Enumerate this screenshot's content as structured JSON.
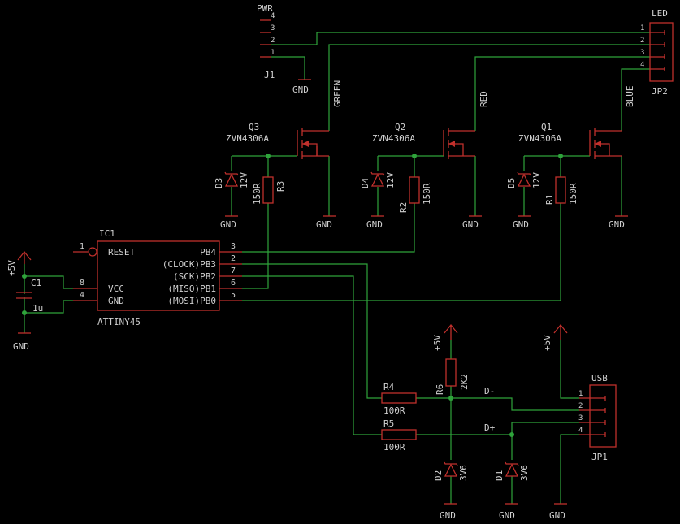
{
  "components": {
    "pwr_header": {
      "name": "PWR",
      "ref": "J1",
      "pins": [
        "4",
        "3",
        "2",
        "1"
      ]
    },
    "led_header": {
      "name": "LED",
      "ref": "JP2",
      "pins": [
        "1",
        "2",
        "3",
        "4"
      ]
    },
    "usb_header": {
      "name": "USB",
      "ref": "JP1",
      "pins": [
        "1",
        "2",
        "3",
        "4"
      ]
    },
    "q3": {
      "ref": "Q3",
      "part": "ZVN4306A",
      "net": "GREEN"
    },
    "q2": {
      "ref": "Q2",
      "part": "ZVN4306A",
      "net": "RED"
    },
    "q1": {
      "ref": "Q1",
      "part": "ZVN4306A",
      "net": "BLUE"
    },
    "d3": {
      "ref": "D3",
      "value": "12V"
    },
    "d4": {
      "ref": "D4",
      "value": "12V"
    },
    "d5": {
      "ref": "D5",
      "value": "12V"
    },
    "r3": {
      "ref": "R3",
      "value": "150R"
    },
    "r2": {
      "ref": "R2",
      "value": "150R"
    },
    "r1": {
      "ref": "R1",
      "value": "150R"
    },
    "ic1": {
      "ref": "IC1",
      "part": "ATTINY45",
      "left_pins": [
        {
          "num": "1",
          "name": "RESET"
        },
        {
          "num": "8",
          "name": "VCC"
        },
        {
          "num": "4",
          "name": "GND"
        }
      ],
      "right_pins": [
        {
          "num": "3",
          "name": "PB4"
        },
        {
          "num": "2",
          "name": "(CLOCK)PB3"
        },
        {
          "num": "7",
          "name": "(SCK)PB2"
        },
        {
          "num": "6",
          "name": "(MISO)PB1"
        },
        {
          "num": "5",
          "name": "(MOSI)PB0"
        }
      ]
    },
    "c1": {
      "ref": "C1",
      "value": "1u"
    },
    "r4": {
      "ref": "R4",
      "value": "100R"
    },
    "r5": {
      "ref": "R5",
      "value": "100R"
    },
    "r6": {
      "ref": "R6",
      "value": "2K2"
    },
    "d2": {
      "ref": "D2",
      "value": "3V6"
    },
    "d1": {
      "ref": "D1",
      "value": "3V6"
    }
  },
  "nets": {
    "gnd": "GND",
    "vcc": "+5V",
    "dminus": "D-",
    "dplus": "D+"
  }
}
